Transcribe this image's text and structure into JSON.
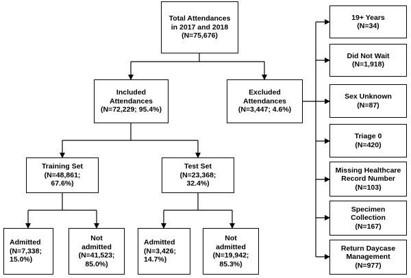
{
  "title_box": {
    "lines": [
      "Total Attendances",
      "in 2017 and 2018",
      "(N=75,676)"
    ]
  },
  "included": {
    "lines": [
      "Included",
      "Attendances",
      "(N=72,229; 95.4%)"
    ]
  },
  "excluded": {
    "lines": [
      "Excluded",
      "Attendances",
      "(N=3,447; 4.6%)"
    ]
  },
  "training": {
    "lines": [
      "Training Set",
      "(N=48,861;",
      "67.6%)"
    ]
  },
  "test": {
    "lines": [
      "Test Set",
      "(N=23,368;",
      "32.4%)"
    ]
  },
  "train_admitted": {
    "lines": [
      "Admitted",
      "(N=7,338;",
      "15.0%)"
    ]
  },
  "train_not_admitted": {
    "lines": [
      "Not",
      "admitted",
      "(N=41,523;",
      "85.0%)"
    ]
  },
  "test_admitted": {
    "lines": [
      "Admitted",
      "(N=3,426;",
      "14.7%)"
    ]
  },
  "test_not_admitted": {
    "lines": [
      "Not",
      "admitted",
      "(N=19,942;",
      "85.3%)"
    ]
  },
  "exclusions": [
    {
      "lines": [
        "19+ Years",
        "(N=34)"
      ]
    },
    {
      "lines": [
        "Did Not Wait",
        "(N=1,918)"
      ]
    },
    {
      "lines": [
        "Sex Unknown",
        "(N=87)"
      ]
    },
    {
      "lines": [
        "Triage 0",
        "(N=420)"
      ]
    },
    {
      "lines": [
        "Missing Healthcare",
        "Record Number",
        "(N=103)"
      ]
    },
    {
      "lines": [
        "Specimen",
        "Collection",
        "(N=167)"
      ]
    },
    {
      "lines": [
        "Return Daycase",
        "Management",
        "(N=977)"
      ]
    }
  ]
}
